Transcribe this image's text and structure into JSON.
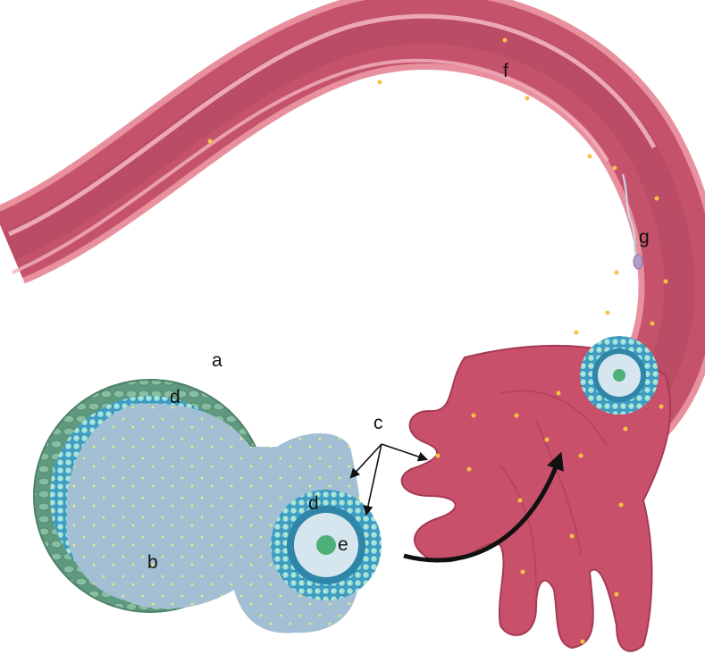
{
  "labels": {
    "a": "a",
    "b": "b",
    "c": "c",
    "d_follicle": "d",
    "d_oocyte": "d",
    "e": "e",
    "f": "f",
    "g": "g"
  },
  "colors": {
    "tube_outer": "#e8909e",
    "tube_body": "#c4526a",
    "tube_inner_highlight": "#f2b3bf",
    "fimbriae": "#c8506a",
    "follicle_theca": "#6aa38a",
    "granulosa": "#6ec7dd",
    "antrum_fluid": "#a9c2d6",
    "oocyte_core": "#d6e6ee",
    "nucleus": "#4fb07a",
    "dots": "#f5c244",
    "arrow": "#111111"
  }
}
